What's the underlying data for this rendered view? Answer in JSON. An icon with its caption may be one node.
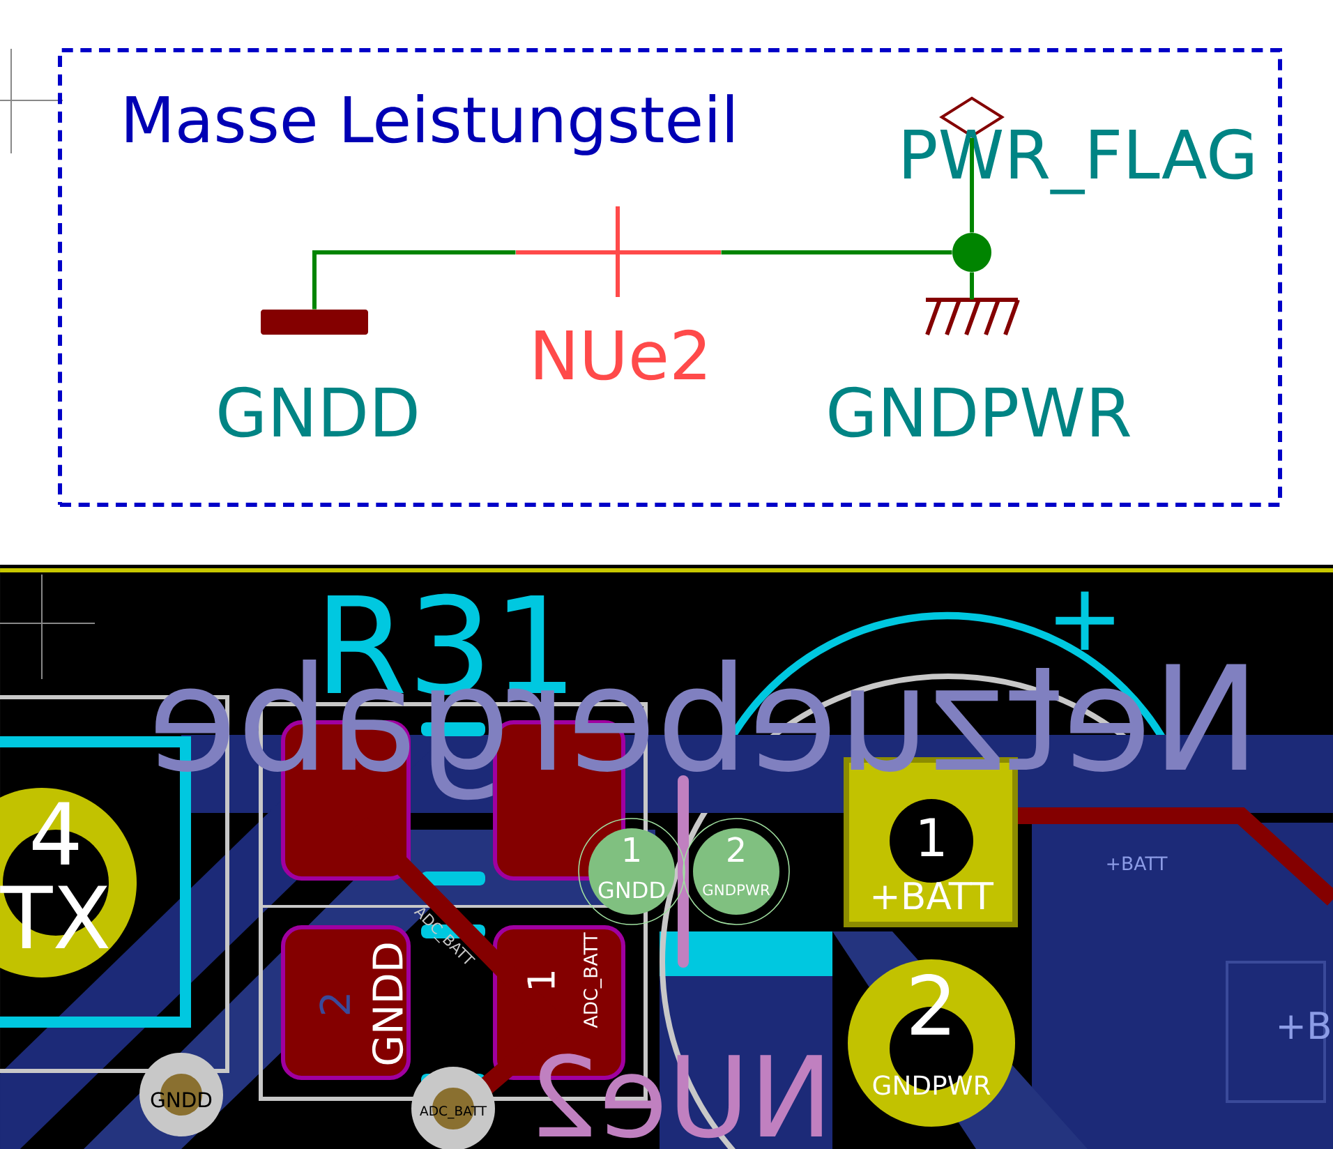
{
  "diagram": {
    "nodes": [
      {
        "text": [
          "Masse Leistungsteil"
        ]
      },
      {
        "text": [
          "GNDD"
        ],
        "in": 0
      },
      {
        "text": [
          "NUe2"
        ],
        "in": 0
      },
      {
        "text": [],
        "shape": "circle",
        "in": 0
      },
      {
        "text": [
          "GNDPWR"
        ],
        "in": 0
      },
      {
        "text": [
          "PWR_FLAG"
        ],
        "in": 0
      }
    ],
    "edges": [
      {
        "from": 1,
        "to": 2,
        "arrow": "none"
      },
      {
        "from": 2,
        "to": 3,
        "arrow": "none"
      },
      {
        "from": 3,
        "to": 4,
        "arrow": "none"
      },
      {
        "from": 5,
        "to": 3,
        "arrow": "none"
      }
    ],
    "labels": [
      "R31",
      "+",
      "Netzuebergabe",
      "1",
      "GNDD",
      "2",
      "GNDPWR",
      "1",
      "+BATT",
      "+BATT",
      "4",
      "TX",
      "ADC_BATT",
      "2",
      "GNDD",
      "1",
      "ADC_BATT",
      "2",
      "GNDPWR",
      "+B",
      "GNDD",
      "ADC_BATT",
      "NUe2"
    ]
  }
}
